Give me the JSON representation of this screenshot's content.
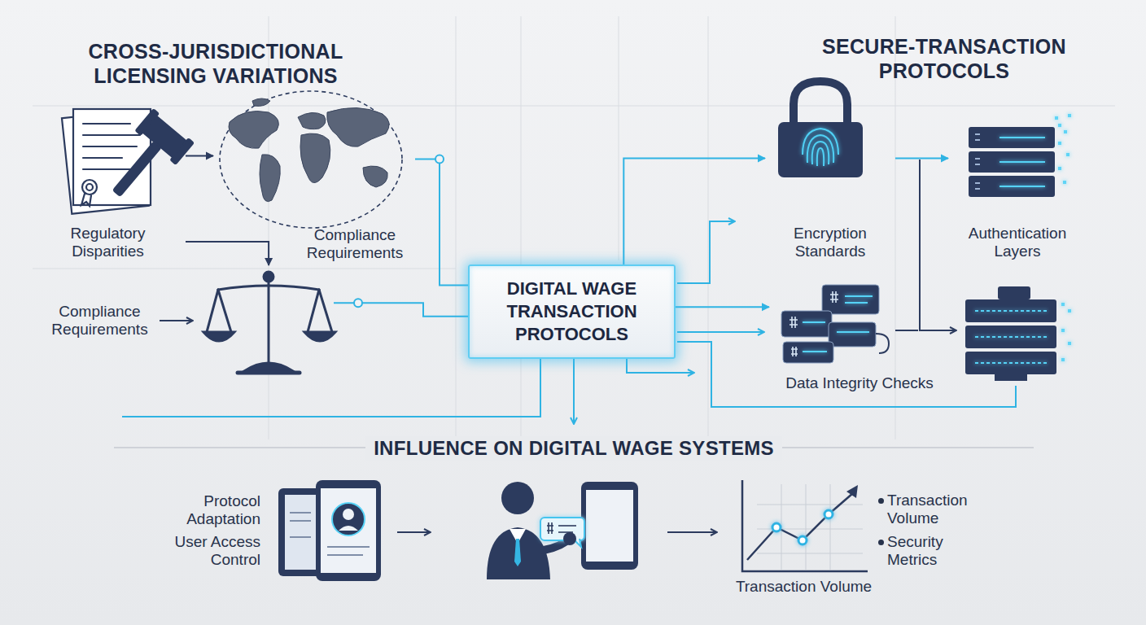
{
  "diagram": {
    "nodes": [
      {
        "text": [
          "Regulatory Disparities"
        ]
      },
      {
        "text": [
          "Compliance Requirements"
        ]
      },
      {
        "text": [
          "Compliance Requirements"
        ]
      },
      {
        "text": [
          "DIGITAL WAGE TRANSACTION PROTOCOLS"
        ]
      },
      {
        "text": [
          "Encryption Standards"
        ]
      },
      {
        "text": [
          "Authentication Layers"
        ]
      },
      {
        "text": [
          "Data Integrity Checks"
        ]
      },
      {
        "text": [
          "Protocol Adaptation",
          "User Access Control"
        ]
      },
      {
        "text": [
          "Transaction Volume"
        ]
      }
    ],
    "edges": [
      {
        "from": 0,
        "to": 1,
        "arrow": "to"
      },
      {
        "from": 0,
        "to": 2,
        "arrow": "to"
      },
      {
        "from": 1,
        "to": 3,
        "arrow": "none"
      },
      {
        "from": 2,
        "to": 3,
        "arrow": "none"
      },
      {
        "from": 3,
        "to": 4,
        "arrow": "to"
      },
      {
        "from": 4,
        "to": 5,
        "arrow": "to"
      },
      {
        "from": 3,
        "to": 6,
        "arrow": "to"
      }
    ],
    "labels": [
      "CROSS-JURISDICTIONAL LICENSING VARIATIONS",
      "SECURE-TRANSACTION PROTOCOLS",
      "INFLUENCE ON DIGITAL WAGE SYSTEMS",
      "Transaction Volume",
      "Security Metrics"
    ]
  }
}
